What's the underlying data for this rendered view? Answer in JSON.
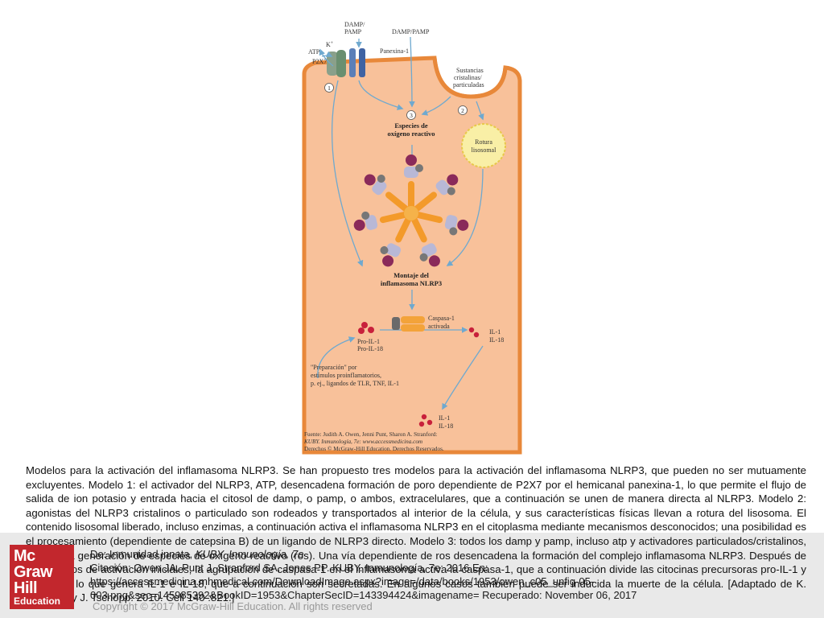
{
  "figure": {
    "labels": {
      "damp_pamp_1": "DAMP/",
      "damp_pamp_2": "PAMP",
      "damp_pamp_top": "DAMP/PAMP",
      "k_plus": "K",
      "k_sup": "+",
      "atp": "ATP",
      "p2x7": "P2X7",
      "panexina": "Panexina-1",
      "sustancias_1": "Sustancias",
      "sustancias_2": "cristalinas/",
      "sustancias_3": "particuladas",
      "num1": "1",
      "num2": "2",
      "num3": "3",
      "especies_1": "Especies de",
      "especies_2": "oxígeno reactivo",
      "rotura_1": "Rotura",
      "rotura_2": "lisosomal",
      "montaje_1": "Montaje del",
      "montaje_2": "inflamasoma NLRP3",
      "caspasa_1": "Caspasa-1",
      "caspasa_2": "activada",
      "proil1": "Pro-IL-1",
      "proil18": "Pro-IL-18",
      "il1_a": "IL-1",
      "il18_a": "IL-18",
      "prep_1": "\"Preparación\" por",
      "prep_2": "estímulos proinflamatorios,",
      "prep_3": "p. ej., ligandos de TLR, TNF, IL-1",
      "il1_b": "IL-1",
      "il18_b": "IL-18",
      "fuente_1": "Fuente: Judith A. Owen, Jenni Punt, Sharon A. Stranford:",
      "fuente_2": "KUBY. Inmunología, 7e: www.accessmedicina.com",
      "fuente_3": "Derechos © McGraw-Hill Education. Derechos Reservados."
    },
    "colors": {
      "cell_fill": "#f8c19a",
      "cell_border": "#e8883a",
      "arrow": "#6fa9cf",
      "lysosome": "#f9efa6",
      "caspase": "#f3a33a",
      "il_dot": "#c8203b"
    }
  },
  "caption": "Modelos para la activación del inflamasoma NLRP3. Se han propuesto tres modelos para la activación del inflamasoma NLRP3, que pueden no ser mutuamente excluyentes. Modelo 1: el activador del NLRP3, ATP, desencadena formación de poro dependiente de P2X7 por el hemicanal panexina-1, lo que permite el flujo de salida de ion potasio y entrada hacia el citosol de damp, o pamp, o ambos, extracelulares, que a continuación se unen de manera directa al NLRP3. Modelo 2: agonistas del NLRP3 cristalinos o particulado son rodeados y transportados al interior de la célula, y sus características físicas llevan a rotura del lisosoma. El contenido lisosomal liberado, incluso enzimas, a continuación activa el inflamasoma NLRP3 en el citoplasma mediante mecanismos desconocidos; una posibilidad es el procesamiento (dependiente de catepsina B) de un ligando de NLRP3 directo. Modelo 3: todos los damp y pamp, incluso atp y activadores particulados/cristalinos, inducen la generación de especies de oxígeno reactivo (ros). Una vía dependiente de ros desencadena la formación del complejo inflamasoma NLRP3. Después de estos pasos de activación iniciales, la agrupación de caspasa-1 en el inflamasoma activa la caspasa-1, que a continuación divide las citocinas precursoras pro-IL-1 y pro-IL-18, lo que genera IL-1 e IL-18, que a continuación son secretadas. En algunos casos también puede ser inducida la muerte de la célula. [Adaptado de K. Schroder y J. Tschopp. 2010. Cell 140 :821.]",
  "footer": {
    "citation_prefix": "De: Inmunidad innata, ",
    "citation_book": "KUBY. Inmunología, 7e",
    "citation_line2": "Citación: Owen JA, Punt J, Stranford SA, Jones PP. KUBY. Inmunología, 7e; 2016 En:",
    "citation_line3": "https://accessmedicina.mhmedical.com/DownloadImage.aspx?image=/data/books/1953/owen_c05_unfig-05-",
    "citation_line4": "003.png&sec=145985392&BookID=1953&ChapterSecID=143394424&imagename= Recuperado: November 06, 2017",
    "copyright": "Copyright © 2017 McGraw-Hill Education. All rights reserved",
    "logo": {
      "line1": "Mc",
      "line2": "Graw",
      "line3": "Hill",
      "line4": "Education"
    }
  }
}
